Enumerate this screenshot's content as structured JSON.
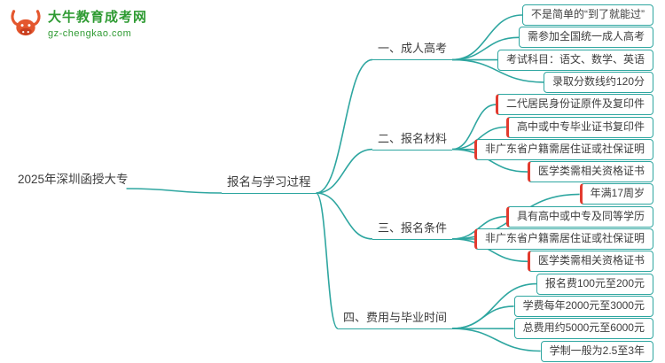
{
  "logo": {
    "name": "大牛教育成考网",
    "domain": "gz-chengkao.com",
    "icon": "bull-icon"
  },
  "root": {
    "label": "2025年深圳函授大专"
  },
  "center": {
    "label": "报名与学习过程"
  },
  "branches": [
    {
      "label": "一、成人高考",
      "leaves": [
        {
          "text": "不是简单的“到了就能过”",
          "accent": false
        },
        {
          "text": "需参加全国统一成人高考",
          "accent": false
        },
        {
          "text": "考试科目：语文、数学、英语",
          "accent": false
        },
        {
          "text": "录取分数线约120分",
          "accent": false
        }
      ]
    },
    {
      "label": "二、报名材料",
      "leaves": [
        {
          "text": "二代居民身份证原件及复印件",
          "accent": true
        },
        {
          "text": "高中或中专毕业证书复印件",
          "accent": true
        },
        {
          "text": "非广东省户籍需居住证或社保证明",
          "accent": true
        },
        {
          "text": "医学类需相关资格证书",
          "accent": true
        }
      ]
    },
    {
      "label": "三、报名条件",
      "leaves": [
        {
          "text": "年满17周岁",
          "accent": true
        },
        {
          "text": "具有高中或中专及同等学历",
          "accent": true
        },
        {
          "text": "非广东省户籍需居住证或社保证明",
          "accent": true
        },
        {
          "text": "医学类需相关资格证书",
          "accent": true
        }
      ]
    },
    {
      "label": "四、费用与毕业时间",
      "leaves": [
        {
          "text": "报名费100元至200元",
          "accent": false
        },
        {
          "text": "学费每年2000元至3000元",
          "accent": false
        },
        {
          "text": "总费用约5000元至6000元",
          "accent": false
        },
        {
          "text": "学制一般为2.5至3年",
          "accent": false
        }
      ]
    }
  ],
  "colors": {
    "line": "#2ea6a0",
    "accent": "#e23b2f",
    "brand": "#2f9b33",
    "bull": "#e4572e",
    "text": "#3d3d3d"
  }
}
